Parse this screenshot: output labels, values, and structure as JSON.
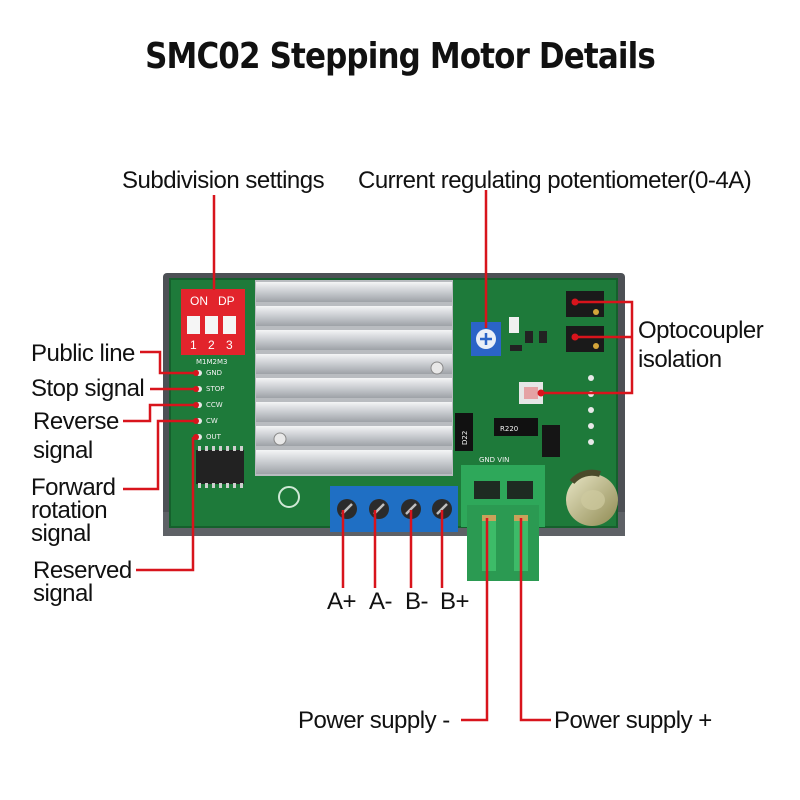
{
  "title": "SMC02 Stepping Motor Details",
  "labels": {
    "subdivision_settings": "Subdivision settings",
    "current_pot": "Current regulating potentiometer(0-4A)",
    "optocoupler_line1": "Optocoupler",
    "optocoupler_line2": "isolation",
    "public_line": "Public line",
    "stop_signal": "Stop signal",
    "reverse_line1": "Reverse",
    "reverse_line2": "signal",
    "forward_line1": "Forward",
    "forward_line2": "rotation",
    "forward_line3": "signal",
    "reserved_line1": "Reserved",
    "reserved_line2": "signal",
    "power_minus": "Power supply -",
    "power_plus": "Power supply +"
  },
  "motor_terminals": [
    "A+",
    "A-",
    "B-",
    "B+"
  ],
  "board_silkscreen": {
    "dip_on": "ON",
    "dip_dp": "DP",
    "dip_numbers": [
      "1",
      "2",
      "3"
    ],
    "dip_row": "M1M2M3",
    "signal_pins": [
      "GND",
      "STOP",
      "CCW",
      "CW",
      "OUT"
    ],
    "power_terminal": "GND VIN",
    "resistor_r220": "R220",
    "resistor_d22": "D22"
  },
  "colors": {
    "pcb": "#1e7a3a",
    "leader": "#d8141c",
    "heatsink": "#d0d3d6",
    "motor_terminal_block": "#1f6fc4",
    "power_terminal_block": "#2ea85a"
  }
}
